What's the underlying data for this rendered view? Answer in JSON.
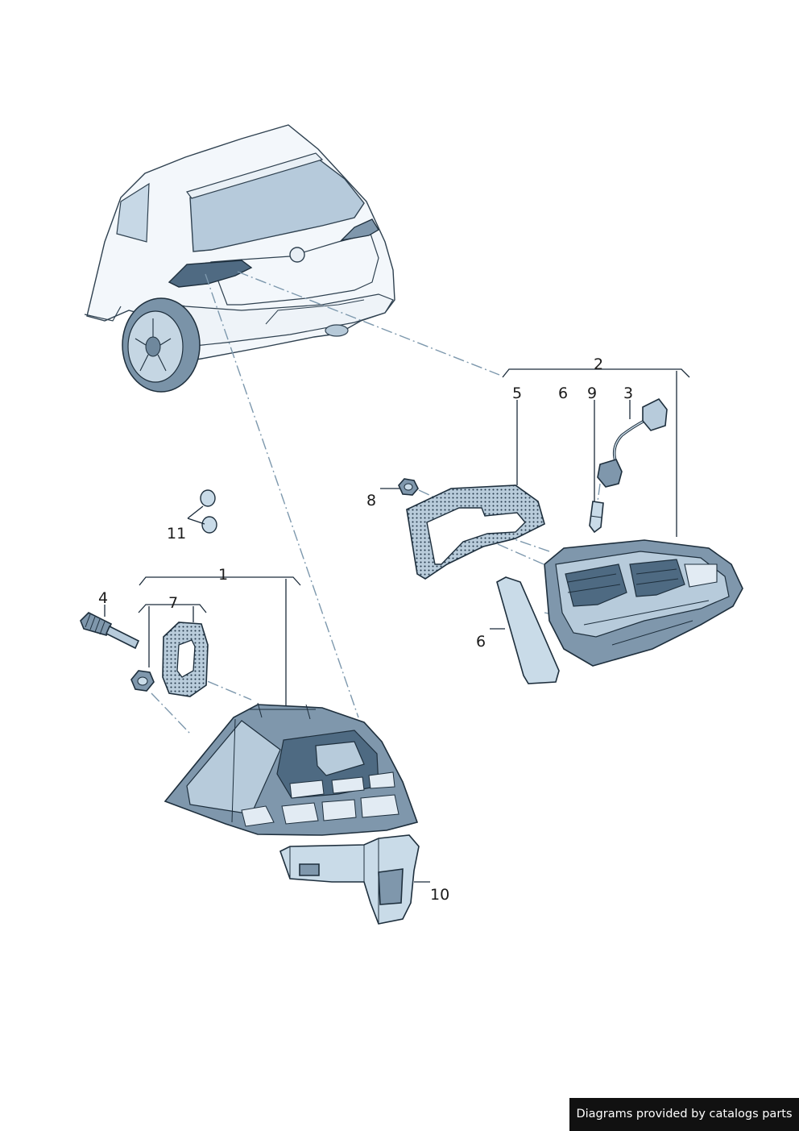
{
  "callouts": {
    "c1": "1",
    "c2": "2",
    "c3": "3",
    "c4": "4",
    "c5": "5",
    "c6a": "6",
    "c6b": "6",
    "c7": "7",
    "c8": "8",
    "c9": "9",
    "c10": "10",
    "c11": "11"
  },
  "footer": {
    "credit": "Diagrams provided by catalogs parts"
  },
  "colors": {
    "outline": "#1e2f3d",
    "lamp_fill": "#7f97ac",
    "glass_fill": "#c9dbe8",
    "dash_line": "#7d98ad",
    "watermark_bg": "#111111"
  }
}
